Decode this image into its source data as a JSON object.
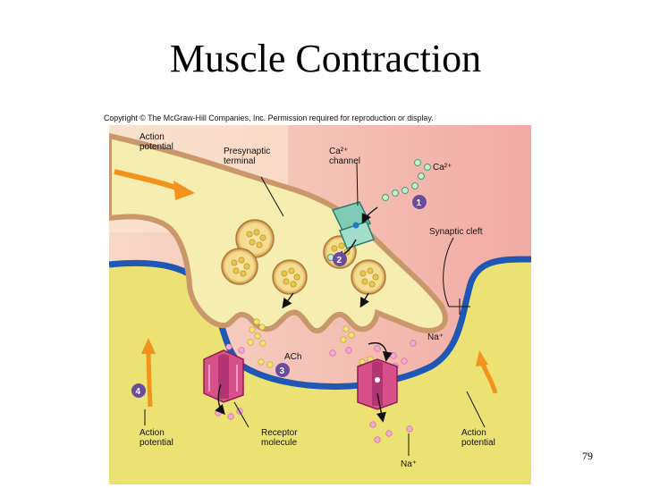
{
  "slide": {
    "title": "Muscle Contraction",
    "page_number": "79"
  },
  "figure": {
    "copyright": "Copyright © The McGraw-Hill Companies, Inc. Permission required for reproduction or display.",
    "labels": {
      "action_potential_top_1": "Action",
      "action_potential_top_2": "potential",
      "presynaptic_1": "Presynaptic",
      "presynaptic_2": "terminal",
      "ca_channel_1": "Ca²⁺",
      "ca_channel_2": "channel",
      "ca_ion": "Ca²⁺",
      "synaptic_cleft": "Synaptic cleft",
      "na_right": "Na⁺",
      "ach": "ACh",
      "receptor_1": "Receptor",
      "receptor_2": "molecule",
      "action_left_1": "Action",
      "action_left_2": "potential",
      "action_right_1": "Action",
      "action_right_2": "potential",
      "na_bottom": "Na⁺"
    },
    "steps": [
      "1",
      "2",
      "3",
      "4"
    ],
    "colors": {
      "presynaptic_fill": "#f6edb0",
      "axon_border": "#c9976a",
      "cleft_pink": "#f4c2b8",
      "muscle_yellow": "#ece274",
      "membrane_blue": "#1f57b5",
      "vesicle": "#c78d3a",
      "ach_dot": "#f6e46e",
      "receptor": "#d8508a",
      "arrow_orange": "#f2941c",
      "step_circle": "#6a4c9c"
    }
  }
}
